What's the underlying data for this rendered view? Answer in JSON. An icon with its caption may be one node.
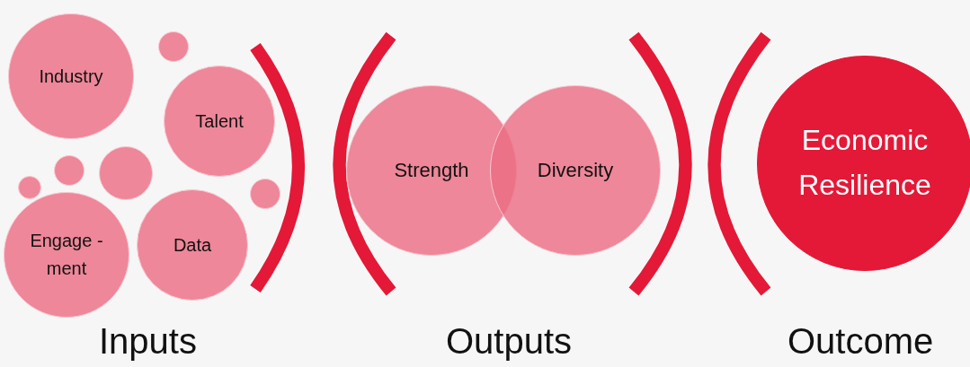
{
  "diagram": {
    "nodes": [
      {
        "text": [
          "Industry"
        ]
      },
      {
        "text": [],
        "shape": "circle"
      },
      {
        "text": [
          "Talent"
        ]
      },
      {
        "text": [],
        "shape": "circle"
      },
      {
        "text": [],
        "shape": "circle"
      },
      {
        "text": [],
        "shape": "circle"
      },
      {
        "text": [],
        "shape": "circle"
      },
      {
        "text": [
          "Engage -ment"
        ]
      },
      {
        "text": [
          "Data"
        ]
      },
      {
        "text": [
          "Strength"
        ]
      },
      {
        "text": [
          "Diversity"
        ]
      },
      {
        "text": [
          "Economic Resilience"
        ]
      }
    ],
    "labels": [
      "Inputs",
      "Outputs",
      "Outcome"
    ]
  }
}
